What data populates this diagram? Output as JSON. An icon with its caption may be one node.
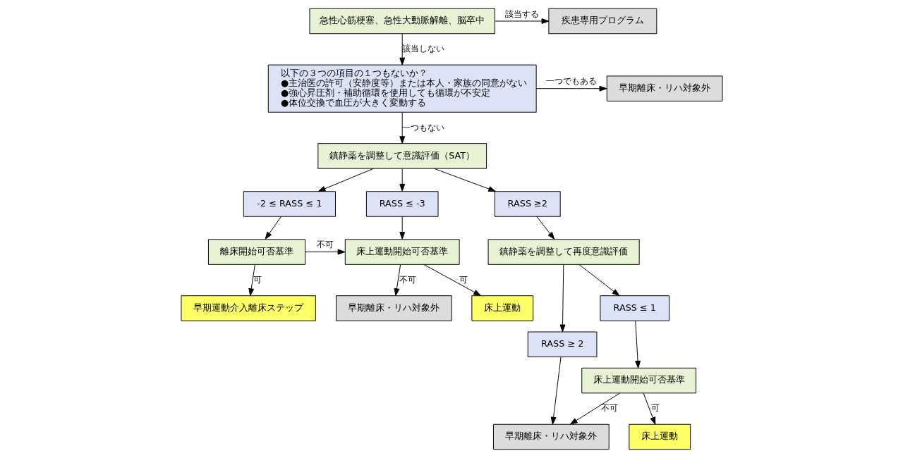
{
  "diagram": {
    "nodes": [
      {
        "text": [
          "急性心筋梗塞、急性大動脈解離、脳卒中"
        ]
      },
      {
        "text": [
          "疾患専用プログラム"
        ]
      },
      {
        "text": [
          "以下の３つの項目の１つもないか？",
          "●主治医の許可（安静度等）または本人・家族の同意がない",
          "●強心昇圧剤・補助循環を使用しても循環が不安定",
          "●体位交換で血圧が大きく変動する"
        ]
      },
      {
        "text": [
          "早期離床・リハ対象外"
        ]
      },
      {
        "text": [
          "鎮静薬を調整して意識評価（SAT）"
        ]
      },
      {
        "text": [
          "RASS ≤ -3"
        ]
      },
      {
        "text": [
          "-2 ≤ RASS ≤ 1"
        ]
      },
      {
        "text": [
          "RASS ≥2"
        ]
      },
      {
        "text": [
          "床上運動開始可否基準"
        ]
      },
      {
        "text": [
          "離床開始可否基準"
        ]
      },
      {
        "text": [
          "鎮静薬を調整して再度意識評価"
        ]
      },
      {
        "text": [
          "床上運動"
        ]
      },
      {
        "text": [
          "早期離床・リハ対象外"
        ]
      },
      {
        "text": [
          "早期運動介入離床ステップ"
        ]
      },
      {
        "text": [
          "RASS ≤ 1"
        ]
      },
      {
        "text": [
          "RASS ≥ 2"
        ]
      },
      {
        "text": [
          "床上運動開始可否基準"
        ]
      },
      {
        "text": [
          "床上運動"
        ]
      },
      {
        "text": [
          "早期離床・リハ対象外"
        ]
      }
    ],
    "edges": [
      {
        "from": 0,
        "to": 1,
        "arrow": "to",
        "label": "該当する"
      },
      {
        "from": 0,
        "to": 2,
        "arrow": "to",
        "label": "該当しない"
      },
      {
        "from": 2,
        "to": 3,
        "arrow": "to",
        "label": "一つでもある"
      },
      {
        "from": 2,
        "to": 4,
        "arrow": "to",
        "label": "一つもない"
      },
      {
        "from": 4,
        "to": 5,
        "arrow": "to"
      },
      {
        "from": 4,
        "to": 6,
        "arrow": "to"
      },
      {
        "from": 4,
        "to": 7,
        "arrow": "to"
      },
      {
        "from": 5,
        "to": 8,
        "arrow": "to"
      },
      {
        "from": 6,
        "to": 9,
        "arrow": "to"
      },
      {
        "from": 7,
        "to": 10,
        "arrow": "to"
      },
      {
        "from": 9,
        "to": 8,
        "arrow": "to",
        "label": "不可"
      },
      {
        "from": 8,
        "to": 11,
        "arrow": "to",
        "label": "可"
      },
      {
        "from": 8,
        "to": 12,
        "arrow": "to",
        "label": "不可"
      },
      {
        "from": 9,
        "to": 13,
        "arrow": "to",
        "label": "可"
      },
      {
        "from": 10,
        "to": 14,
        "arrow": "to"
      },
      {
        "from": 10,
        "to": 15,
        "arrow": "to"
      },
      {
        "from": 14,
        "to": 16,
        "arrow": "to"
      },
      {
        "from": 16,
        "to": 17,
        "arrow": "to",
        "label": "可"
      },
      {
        "from": 16,
        "to": 18,
        "arrow": "to",
        "label": "不可"
      },
      {
        "from": 15,
        "to": 18,
        "arrow": "to"
      }
    ]
  }
}
